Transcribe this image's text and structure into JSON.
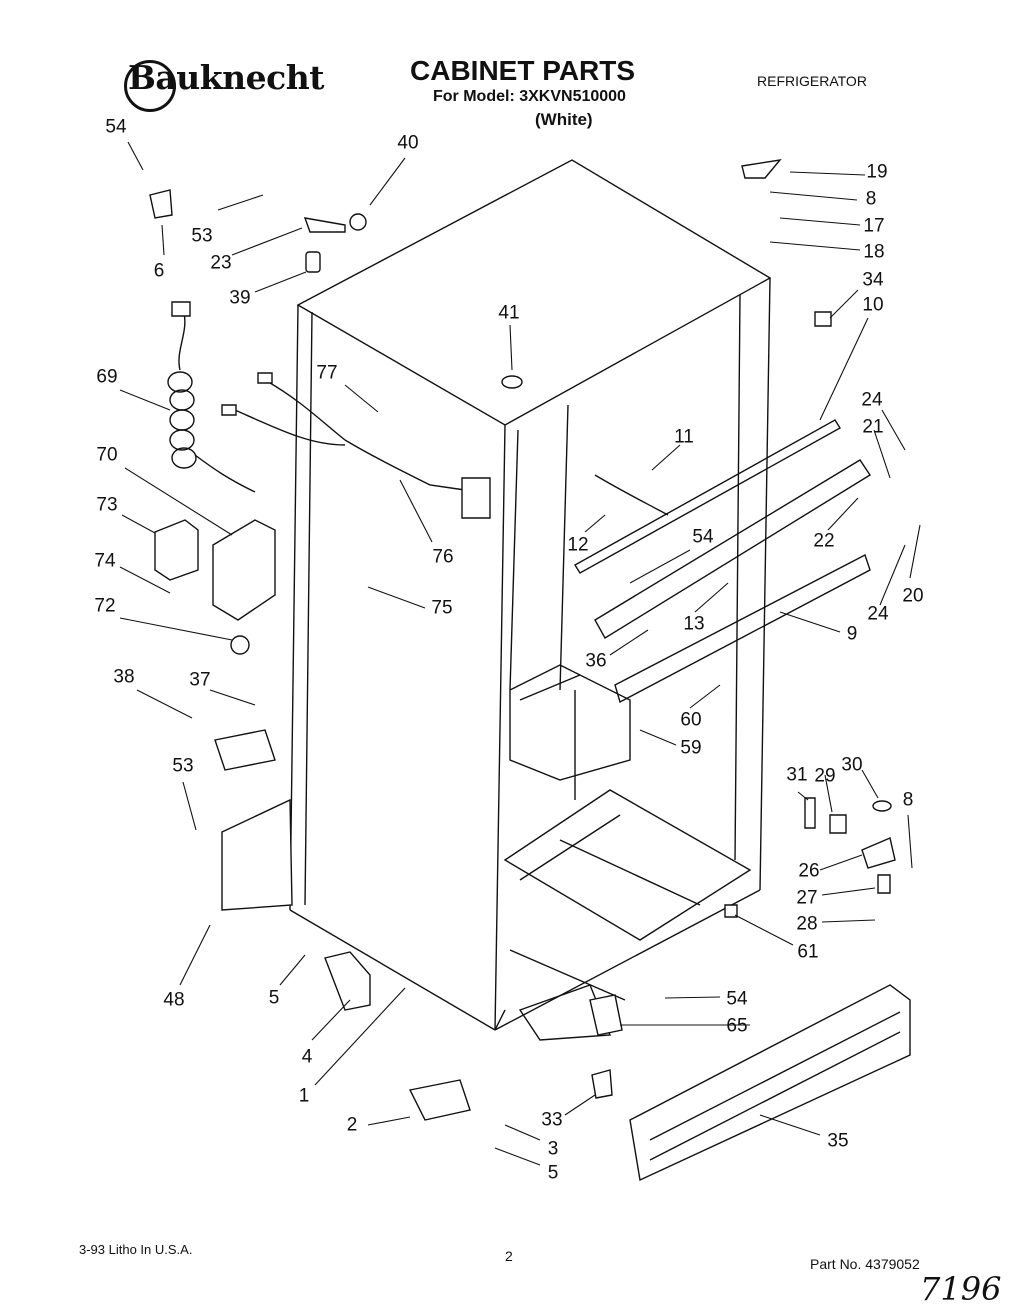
{
  "header": {
    "brand": "Bauknecht",
    "title": "CABINET PARTS",
    "model_line": "For Model: 3XKVN510000",
    "color_line": "(White)",
    "appliance": "REFRIGERATOR"
  },
  "footer": {
    "litho": "3-93 Litho In U.S.A.",
    "page": "2",
    "part_no": "Part No. 4379052",
    "handwritten": "7196"
  },
  "callouts": [
    "54",
    "40",
    "53",
    "23",
    "6",
    "39",
    "41",
    "19",
    "8",
    "17",
    "18",
    "34",
    "10",
    "69",
    "77",
    "11",
    "24",
    "21",
    "70",
    "73",
    "76",
    "12",
    "54",
    "22",
    "74",
    "75",
    "13",
    "20",
    "72",
    "24",
    "9",
    "36",
    "38",
    "37",
    "60",
    "59",
    "31",
    "29",
    "30",
    "8",
    "53",
    "26",
    "27",
    "28",
    "61",
    "48",
    "5",
    "54",
    "65",
    "4",
    "1",
    "33",
    "35",
    "2",
    "3",
    "5"
  ]
}
